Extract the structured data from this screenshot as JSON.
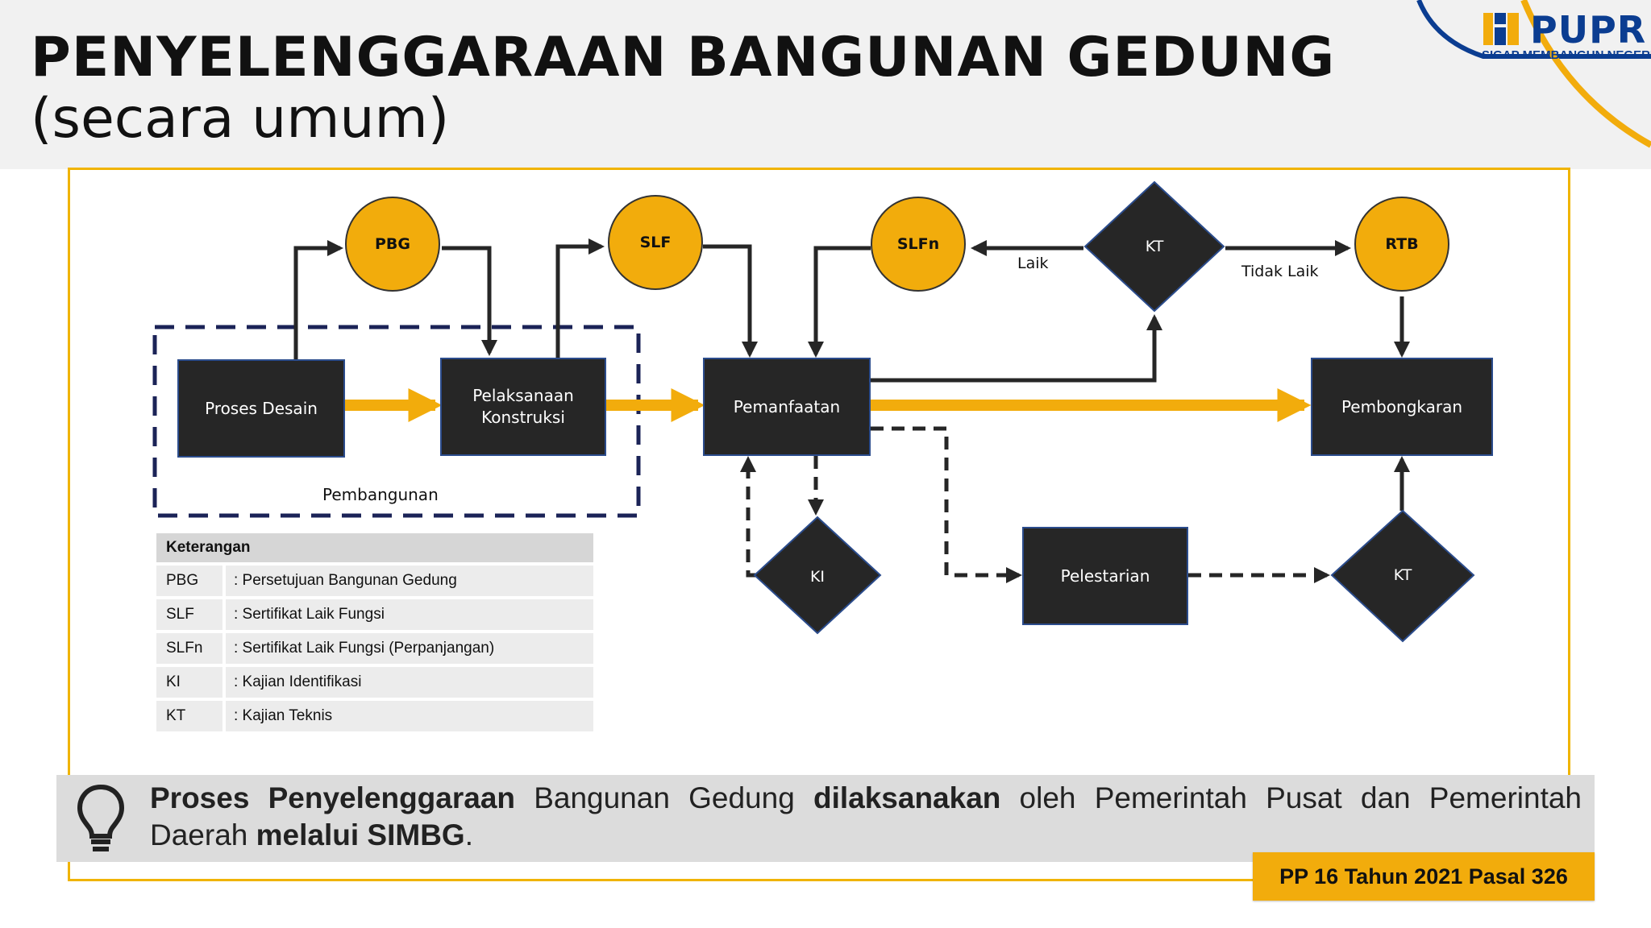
{
  "header": {
    "title": "PENYELENGGARAAN BANGUNAN GEDUNG",
    "subtitle": "(secara umum)"
  },
  "logo": {
    "name": "PUPR",
    "tagline": "SIGAP MEMBANGUN NEGERI"
  },
  "diagram": {
    "nodes": {
      "proses_desain": "Proses Desain",
      "pelaksanaan_1": "Pelaksanaan",
      "pelaksanaan_2": "Konstruksi",
      "pemanfaatan": "Pemanfaatan",
      "pembongkaran": "Pembongkaran",
      "pelestarian": "Pelestarian",
      "pbg": "PBG",
      "slf": "SLF",
      "slfn": "SLFn",
      "rtb": "RTB",
      "kt_top": "KT",
      "ki": "KI",
      "kt_bottom": "KT"
    },
    "edge_labels": {
      "laik": "Laik",
      "tidak_laik": "Tidak Laik"
    },
    "group_label": "Pembangunan"
  },
  "legend": {
    "title": "Keterangan",
    "items": [
      {
        "abbr": "PBG",
        "desc": ": Persetujuan Bangunan Gedung"
      },
      {
        "abbr": "SLF",
        "desc": ": Sertifikat Laik Fungsi"
      },
      {
        "abbr": "SLFn",
        "desc": ": Sertifikat Laik Fungsi (Perpanjangan)"
      },
      {
        "abbr": "KI",
        "desc": ": Kajian Identifikasi"
      },
      {
        "abbr": "KT",
        "desc": ": Kajian Teknis"
      }
    ]
  },
  "note": {
    "b1": "Proses Penyelenggaraan",
    "t1": " Bangunan Gedung ",
    "b2": "dilaksanakan",
    "t2": " oleh Pemerintah Pusat dan Pemerintah Daerah ",
    "b3": "melalui SIMBG",
    "t3": "."
  },
  "reference": "PP 16 Tahun 2021 Pasal 326",
  "colors": {
    "accent": "#f2ac0c",
    "node_fill": "#262626",
    "node_border": "#2b4c8c",
    "dashed_group": "#1b2357",
    "line": "#262626"
  },
  "icons": [
    "lightbulb-icon",
    "pupr-logo-icon"
  ]
}
